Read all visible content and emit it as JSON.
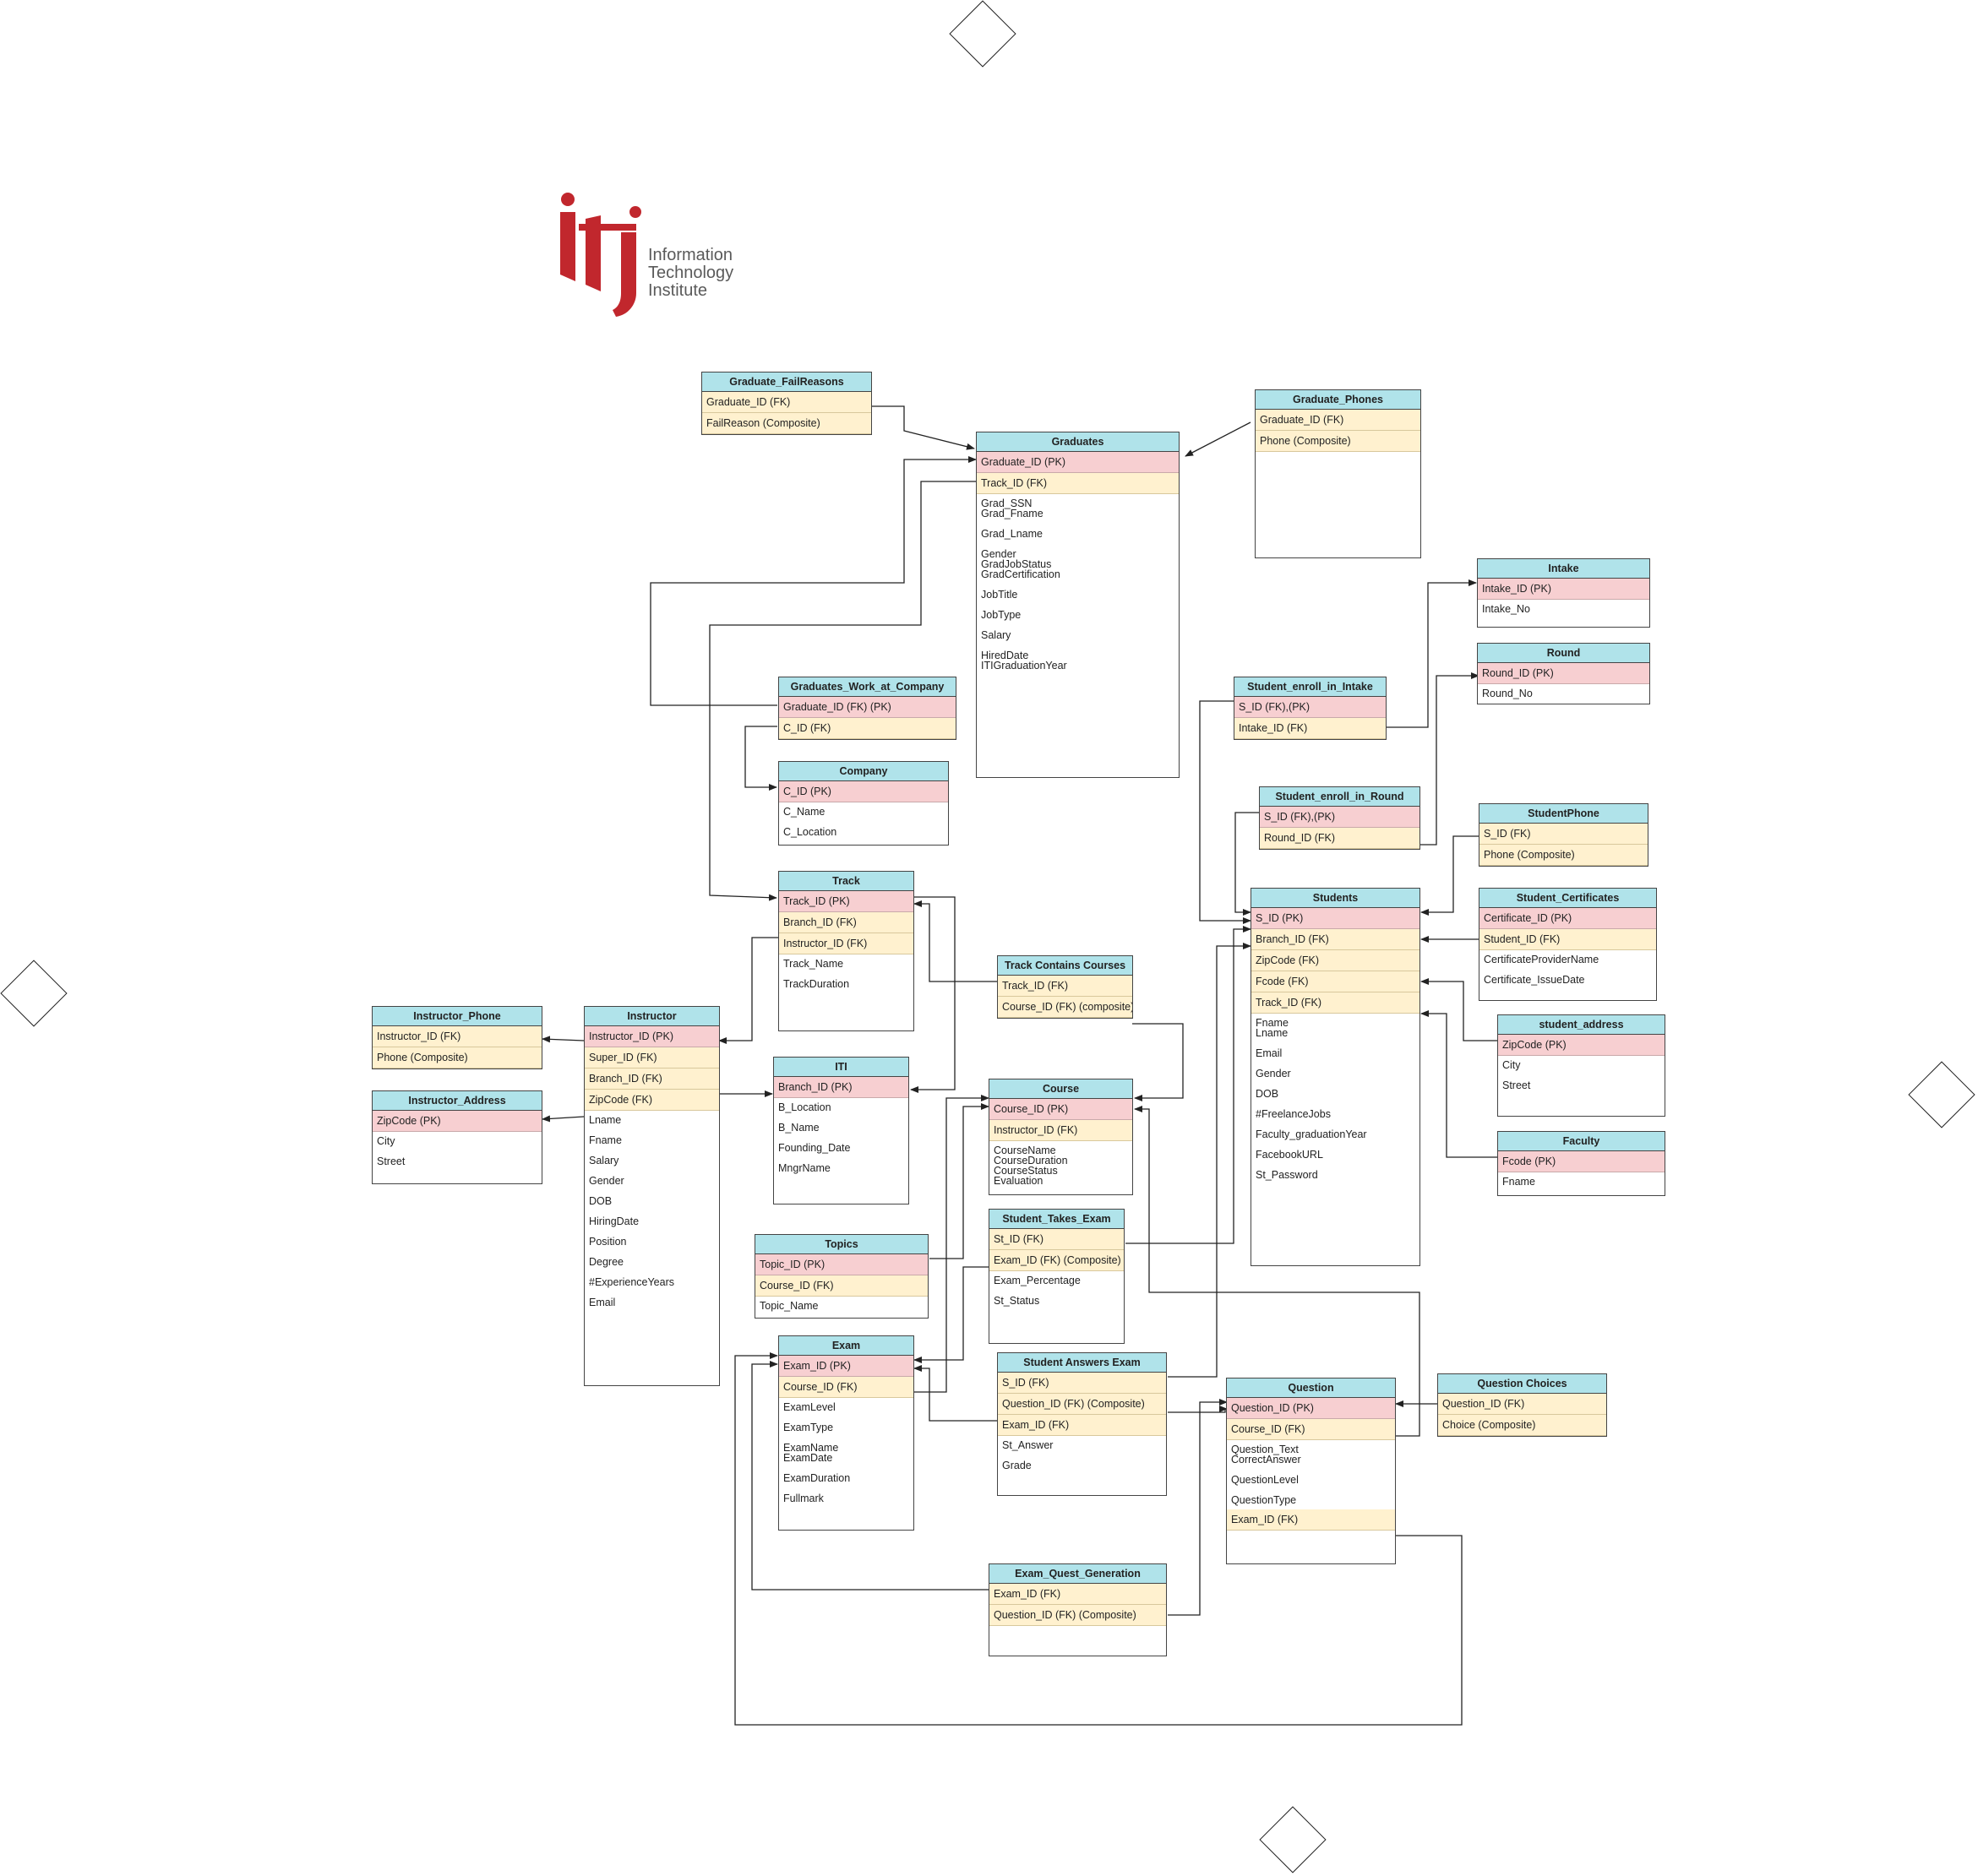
{
  "logo": {
    "text": "Information\nTechnology\nInstitute"
  },
  "colors": {
    "header": "#b0e3ea",
    "primary_key_row": "#f7cfd1",
    "foreign_key_row": "#fff1cf",
    "logo_red": "#c1272d"
  },
  "tables": [
    {
      "id": "graduate_failreasons",
      "title": "Graduate_FailReasons",
      "rows": [
        {
          "text": "Graduate_ID (FK)",
          "kind": "fk"
        },
        {
          "text": "FailReason (Composite)",
          "kind": "fk"
        }
      ]
    },
    {
      "id": "graduates",
      "title": "Graduates",
      "rows": [
        {
          "text": "Graduate_ID (PK)",
          "kind": "pk"
        },
        {
          "text": "Track_ID (FK)",
          "kind": "fk"
        },
        {
          "text": "Grad_SSN\nGrad_Fname\n\nGrad_Lname\n\nGender\nGradJobStatus\nGradCertification\n\nJobTitle\n\nJobType\n\nSalary\n\nHiredDate\nITIGraduationYear",
          "kind": "attr"
        }
      ]
    },
    {
      "id": "graduate_phones",
      "title": "Graduate_Phones",
      "rows": [
        {
          "text": "Graduate_ID (FK)",
          "kind": "fk"
        },
        {
          "text": "Phone (Composite)",
          "kind": "fk"
        }
      ]
    },
    {
      "id": "intake",
      "title": "Intake",
      "rows": [
        {
          "text": "Intake_ID (PK)",
          "kind": "pk"
        },
        {
          "text": "Intake_No",
          "kind": "attr"
        }
      ]
    },
    {
      "id": "round",
      "title": "Round",
      "rows": [
        {
          "text": "Round_ID (PK)",
          "kind": "pk"
        },
        {
          "text": "Round_No",
          "kind": "attr"
        }
      ]
    },
    {
      "id": "student_enroll_in_intake",
      "title": "Student_enroll_in_Intake",
      "rows": [
        {
          "text": "S_ID (FK),(PK)",
          "kind": "pk"
        },
        {
          "text": "Intake_ID (FK)",
          "kind": "fk"
        }
      ]
    },
    {
      "id": "graduates_work_at_company",
      "title": "Graduates_Work_at_Company",
      "rows": [
        {
          "text": "Graduate_ID (FK) (PK)",
          "kind": "pk"
        },
        {
          "text": "C_ID (FK)",
          "kind": "fk"
        }
      ]
    },
    {
      "id": "company",
      "title": "Company",
      "rows": [
        {
          "text": "C_ID (PK)",
          "kind": "pk"
        },
        {
          "text": "C_Name\n\nC_Location",
          "kind": "attr"
        }
      ]
    },
    {
      "id": "student_enroll_in_round",
      "title": "Student_enroll_in_Round",
      "rows": [
        {
          "text": "S_ID (FK),(PK)",
          "kind": "pk"
        },
        {
          "text": "Round_ID (FK)",
          "kind": "fk"
        }
      ]
    },
    {
      "id": "studentphone",
      "title": "StudentPhone",
      "rows": [
        {
          "text": "S_ID (FK)",
          "kind": "fk"
        },
        {
          "text": "Phone (Composite)",
          "kind": "fk"
        }
      ]
    },
    {
      "id": "track",
      "title": "Track",
      "rows": [
        {
          "text": "Track_ID   (PK)",
          "kind": "pk"
        },
        {
          "text": "Branch_ID (FK)",
          "kind": "fk"
        },
        {
          "text": "Instructor_ID (FK)",
          "kind": "fk"
        },
        {
          "text": "Track_Name\n\nTrackDuration",
          "kind": "attr"
        }
      ]
    },
    {
      "id": "students",
      "title": "Students",
      "rows": [
        {
          "text": "S_ID (PK)",
          "kind": "pk"
        },
        {
          "text": "Branch_ID (FK)",
          "kind": "fk"
        },
        {
          "text": "ZipCode (FK)",
          "kind": "fk"
        },
        {
          "text": "Fcode (FK)",
          "kind": "fk"
        },
        {
          "text": "Track_ID (FK)",
          "kind": "fk"
        },
        {
          "text": "Fname\nLname\n\nEmail\n\nGender\n\nDOB\n\n#FreelanceJobs\n\nFaculty_graduationYear\n\nFacebookURL\n\nSt_Password",
          "kind": "attr"
        }
      ]
    },
    {
      "id": "student_certificates",
      "title": "Student_Certificates",
      "rows": [
        {
          "text": "Certificate_ID (PK)",
          "kind": "pk"
        },
        {
          "text": "Student_ID (FK)",
          "kind": "fk"
        },
        {
          "text": "CertificateProviderName\n\nCertificate_IssueDate",
          "kind": "attr"
        }
      ]
    },
    {
      "id": "track_contains_courses",
      "title": "Track Contains Courses",
      "rows": [
        {
          "text": "Track_ID (FK)",
          "kind": "fk"
        },
        {
          "text": "Course_ID (FK) (composite)",
          "kind": "fk"
        }
      ]
    },
    {
      "id": "instructor_phone",
      "title": "Instructor_Phone",
      "rows": [
        {
          "text": "Instructor_ID    (FK)",
          "kind": "fk"
        },
        {
          "text": "Phone    (Composite)",
          "kind": "fk"
        }
      ]
    },
    {
      "id": "instructor",
      "title": "Instructor",
      "rows": [
        {
          "text": "Instructor_ID       (PK)",
          "kind": "pk"
        },
        {
          "text": "Super_ID (FK)",
          "kind": "fk"
        },
        {
          "text": "Branch_ID        (FK)",
          "kind": "fk"
        },
        {
          "text": "ZipCode (FK)",
          "kind": "fk"
        },
        {
          "text": "Lname\n\nFname\n\nSalary\n\nGender\n\nDOB\n\nHiringDate\n\nPosition\n\nDegree\n\n#ExperienceYears\n\nEmail",
          "kind": "attr"
        }
      ]
    },
    {
      "id": "student_address",
      "title": "student_address",
      "rows": [
        {
          "text": "ZipCode (PK)",
          "kind": "pk"
        },
        {
          "text": "City\n\nStreet",
          "kind": "attr"
        }
      ]
    },
    {
      "id": "iti",
      "title": "ITI",
      "rows": [
        {
          "text": "Branch_ID     (PK)",
          "kind": "pk"
        },
        {
          "text": "B_Location\n\nB_Name\n\nFounding_Date\n\nMngrName",
          "kind": "attr"
        }
      ]
    },
    {
      "id": "course",
      "title": "Course",
      "rows": [
        {
          "text": "Course_ID (PK)",
          "kind": "pk"
        },
        {
          "text": "Instructor_ID (FK)",
          "kind": "fk"
        },
        {
          "text": "CourseName\nCourseDuration\nCourseStatus\nEvaluation",
          "kind": "attr"
        }
      ]
    },
    {
      "id": "instructor_address",
      "title": "Instructor_Address",
      "rows": [
        {
          "text": "ZipCode (PK)",
          "kind": "pk"
        },
        {
          "text": "City\n\nStreet",
          "kind": "attr"
        }
      ]
    },
    {
      "id": "faculty",
      "title": "Faculty",
      "rows": [
        {
          "text": "Fcode (PK)",
          "kind": "pk"
        },
        {
          "text": "Fname",
          "kind": "attr"
        }
      ]
    },
    {
      "id": "student_takes_exam",
      "title": "Student_Takes_Exam",
      "rows": [
        {
          "text": "St_ID (FK)",
          "kind": "fk"
        },
        {
          "text": "Exam_ID (FK) (Composite)",
          "kind": "fk"
        },
        {
          "text": "Exam_Percentage\n\nSt_Status",
          "kind": "attr"
        }
      ]
    },
    {
      "id": "topics",
      "title": "Topics",
      "rows": [
        {
          "text": "Topic_ID (PK)",
          "kind": "pk"
        },
        {
          "text": "Course_ID (FK)",
          "kind": "fk"
        },
        {
          "text": "Topic_Name",
          "kind": "attr"
        }
      ]
    },
    {
      "id": "exam",
      "title": "Exam",
      "rows": [
        {
          "text": "Exam_ID (PK)",
          "kind": "pk"
        },
        {
          "text": "Course_ID (FK)",
          "kind": "fk"
        },
        {
          "text": "ExamLevel\n\nExamType\n\nExamName\nExamDate\n\nExamDuration\n\nFullmark",
          "kind": "attr"
        }
      ]
    },
    {
      "id": "student_answers_exam",
      "title": "Student Answers Exam",
      "rows": [
        {
          "text": "S_ID (FK)",
          "kind": "fk"
        },
        {
          "text": "Question_ID (FK) (Composite)",
          "kind": "fk"
        },
        {
          "text": "Exam_ID (FK)",
          "kind": "fk"
        },
        {
          "text": "St_Answer\n\nGrade",
          "kind": "attr"
        }
      ]
    },
    {
      "id": "question",
      "title": "Question",
      "rows": [
        {
          "text": "Question_ID (PK)",
          "kind": "pk"
        },
        {
          "text": "Course_ID (FK)",
          "kind": "fk"
        },
        {
          "text": "Question_Text\nCorrectAnswer\n\nQuestionLevel\n\nQuestionType",
          "kind": "attr"
        },
        {
          "text": "Exam_ID (FK)",
          "kind": "fk"
        }
      ]
    },
    {
      "id": "question_choices",
      "title": "Question Choices",
      "rows": [
        {
          "text": "Question_ID (FK)",
          "kind": "fk"
        },
        {
          "text": "Choice (Composite)",
          "kind": "fk"
        }
      ]
    },
    {
      "id": "exam_quest_generation",
      "title": "Exam_Quest_Generation",
      "rows": [
        {
          "text": "Exam_ID (FK)",
          "kind": "fk"
        },
        {
          "text": "Question_ID (FK) (Composite)",
          "kind": "fk"
        }
      ]
    }
  ]
}
